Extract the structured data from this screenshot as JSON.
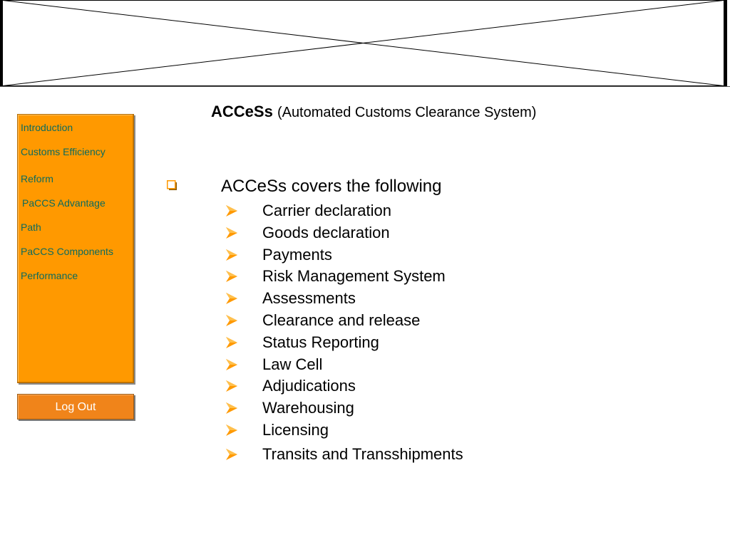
{
  "sidebar": {
    "items": [
      {
        "label": "Introduction"
      },
      {
        "label": "Customs Efficiency"
      },
      {
        "label": "Reform"
      },
      {
        "label": "PaCCS Advantage"
      },
      {
        "label": "Path"
      },
      {
        "label": "PaCCS Components"
      },
      {
        "label": "Performance"
      }
    ]
  },
  "logout": {
    "label": "Log Out"
  },
  "main": {
    "title_bold": "ACCeSs",
    "title_rest": "(Automated Customs Clearance System)",
    "bullet_text": "ACCeSs covers the following",
    "sub_items": [
      "Carrier declaration",
      "Goods declaration",
      "Payments",
      "Risk Management System",
      "Assessments",
      "Clearance and release",
      "Status Reporting",
      "Law Cell",
      "Adjudications",
      "Warehousing",
      "Licensing",
      "Transits and Transshipments"
    ]
  },
  "colors": {
    "sidebar_bg": "#ff9900",
    "nav_text": "#0b6b5e",
    "logout_bg": "#f0841a",
    "bullet_orange": "#ff9900"
  }
}
